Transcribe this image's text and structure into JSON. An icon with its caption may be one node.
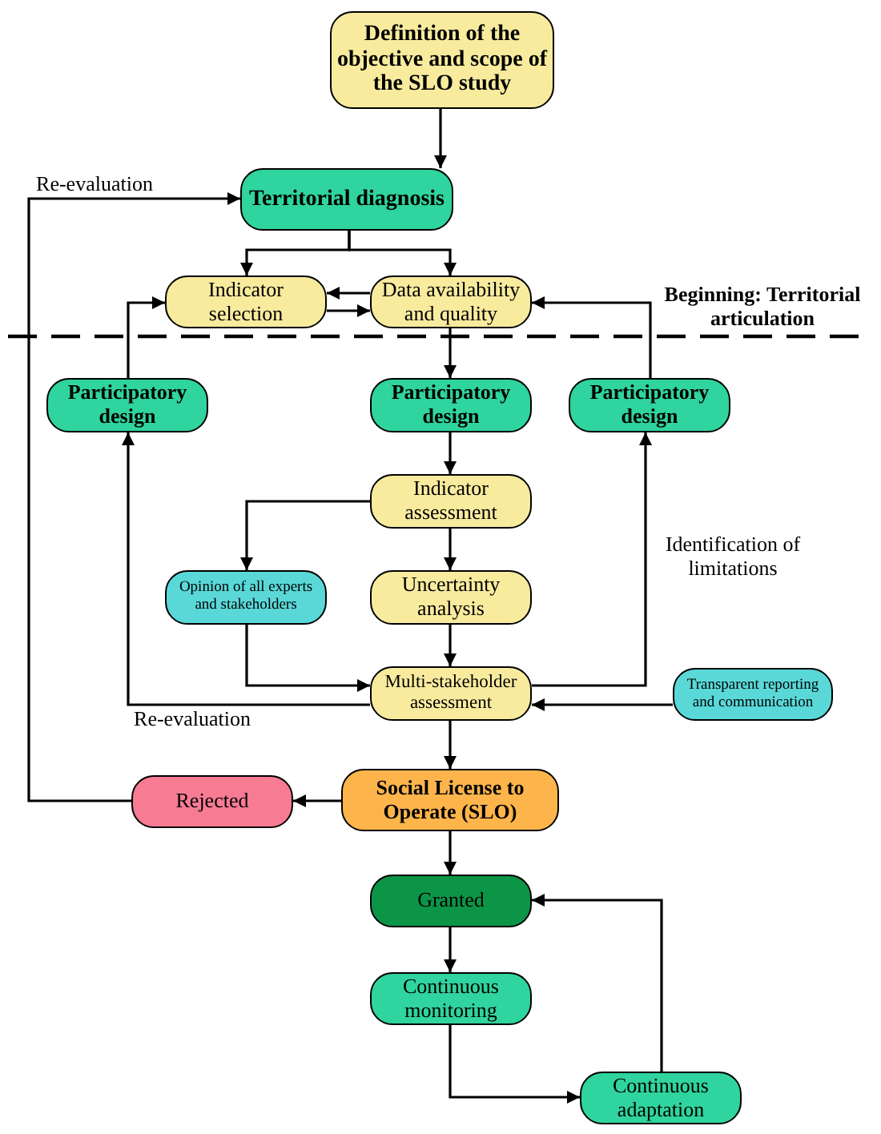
{
  "diagram": {
    "nodes": [
      {
        "text": [
          "Definition of the objective and scope of the SLO study"
        ]
      },
      {
        "text": [
          "Territorial diagnosis"
        ]
      },
      {
        "text": [
          "Indicator selection"
        ]
      },
      {
        "text": [
          "Data availability and quality"
        ]
      },
      {
        "text": [
          "Participatory design"
        ]
      },
      {
        "text": [
          "Participatory design"
        ]
      },
      {
        "text": [
          "Participatory design"
        ]
      },
      {
        "text": [
          "Indicator assessment"
        ]
      },
      {
        "text": [
          "Opinion of all experts and stakeholders"
        ]
      },
      {
        "text": [
          "Uncertainty analysis"
        ]
      },
      {
        "text": [
          "Multi-stakeholder assessment"
        ]
      },
      {
        "text": [
          "Transparent reporting and communication"
        ]
      },
      {
        "text": [
          "Social License to Operate (SLO)"
        ]
      },
      {
        "text": [
          "Rejected"
        ]
      },
      {
        "text": [
          "Granted"
        ]
      },
      {
        "text": [
          "Continuous monitoring"
        ]
      },
      {
        "text": [
          "Continuous adaptation"
        ]
      }
    ],
    "edges": [
      {
        "from": 0,
        "to": 1,
        "arrow": "to"
      },
      {
        "from": 1,
        "to": 2,
        "arrow": "to"
      },
      {
        "from": 1,
        "to": 3,
        "arrow": "to"
      },
      {
        "from": 3,
        "to": 2,
        "arrow": "to"
      },
      {
        "from": 2,
        "to": 3,
        "arrow": "to"
      },
      {
        "from": 4,
        "to": 2,
        "arrow": "to"
      },
      {
        "from": 6,
        "to": 3,
        "arrow": "to"
      },
      {
        "from": 3,
        "to": 5,
        "arrow": "to"
      },
      {
        "from": 5,
        "to": 7,
        "arrow": "to"
      },
      {
        "from": 7,
        "to": 8,
        "arrow": "to"
      },
      {
        "from": 7,
        "to": 9,
        "arrow": "to"
      },
      {
        "from": 9,
        "to": 10,
        "arrow": "to"
      },
      {
        "from": 8,
        "to": 10,
        "arrow": "to"
      },
      {
        "from": 10,
        "to": 4,
        "arrow": "to",
        "label": "Re-evaluation"
      },
      {
        "from": 10,
        "to": 6,
        "arrow": "to",
        "label": "Identification of limitations"
      },
      {
        "from": 11,
        "to": 10,
        "arrow": "to"
      },
      {
        "from": 10,
        "to": 12,
        "arrow": "to"
      },
      {
        "from": 12,
        "to": 13,
        "arrow": "to"
      },
      {
        "from": 13,
        "to": 1,
        "arrow": "to",
        "label": "Re-evaluation"
      },
      {
        "from": 12,
        "to": 14,
        "arrow": "to"
      },
      {
        "from": 14,
        "to": 15,
        "arrow": "to"
      },
      {
        "from": 15,
        "to": 16,
        "arrow": "to"
      },
      {
        "from": 16,
        "to": 14,
        "arrow": "to"
      }
    ],
    "labels": [
      "Beginning: Territorial articulation"
    ]
  }
}
